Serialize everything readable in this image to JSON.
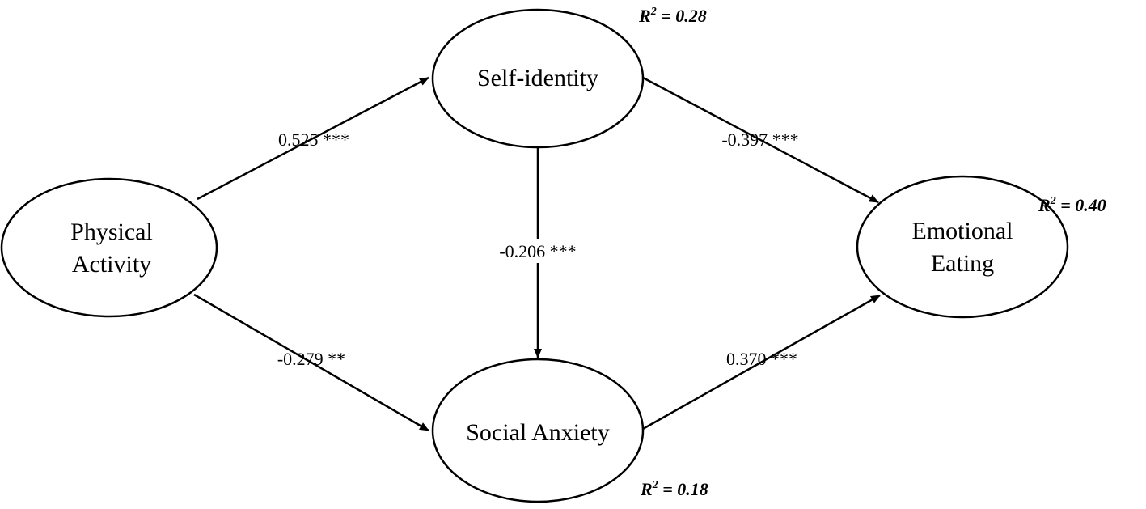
{
  "nodes": {
    "physical_activity": {
      "lines": [
        "Physical",
        "Activity"
      ]
    },
    "self_identity": {
      "lines": [
        "Self-identity"
      ]
    },
    "social_anxiety": {
      "lines": [
        "Social Anxiety"
      ]
    },
    "emotional_eating": {
      "lines": [
        "Emotional",
        "Eating"
      ]
    }
  },
  "edges": {
    "pa_to_si": {
      "from": "Physical Activity",
      "to": "Self-identity",
      "label": "0.525 ***"
    },
    "pa_to_sa": {
      "from": "Physical Activity",
      "to": "Social Anxiety",
      "label": "-0.279 **"
    },
    "si_to_sa": {
      "from": "Self-identity",
      "to": "Social Anxiety",
      "label": "-0.206 ***"
    },
    "si_to_ee": {
      "from": "Self-identity",
      "to": "Emotional Eating",
      "label": "-0.397 ***"
    },
    "sa_to_ee": {
      "from": "Social Anxiety",
      "to": "Emotional Eating",
      "label": "0.370 ***"
    }
  },
  "r_squared": {
    "self_identity": {
      "prefix": "R",
      "sup": "2",
      "value": " = 0.28"
    },
    "social_anxiety": {
      "prefix": "R",
      "sup": "2",
      "value": " = 0.18"
    },
    "emotional_eating": {
      "prefix": "R",
      "sup": "2",
      "value": " = 0.40"
    }
  },
  "colors": {
    "stroke": "#000000",
    "background": "#ffffff"
  }
}
